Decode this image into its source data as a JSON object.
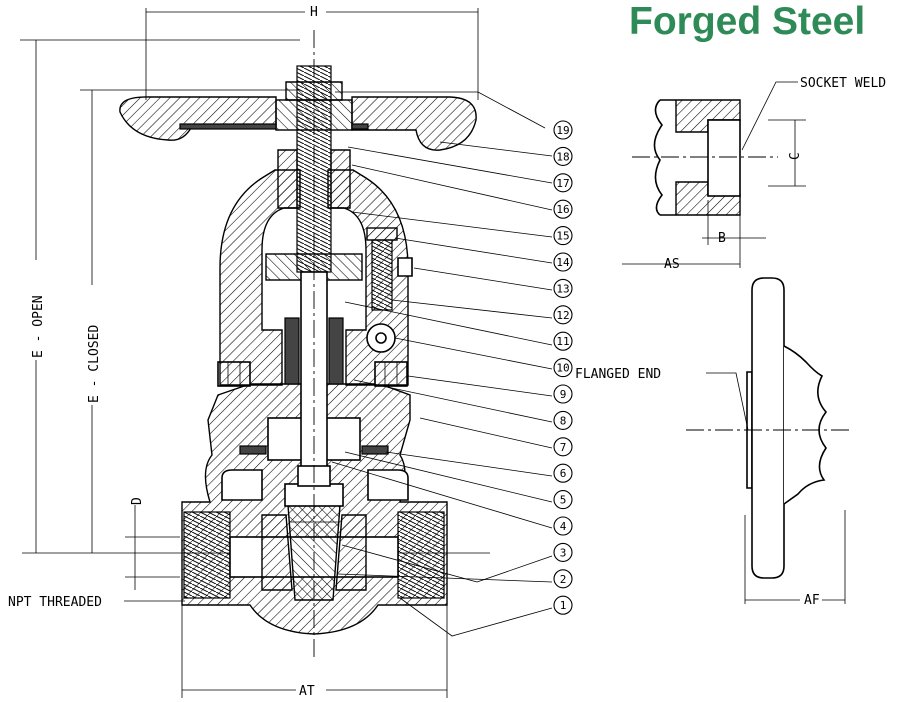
{
  "title": "Forged Steel",
  "dimensions": {
    "h": "H",
    "e_open": "E - OPEN",
    "e_closed": "E - CLOSED",
    "d": "D",
    "at": "AT",
    "as": "AS",
    "b": "B",
    "c": "C",
    "af": "AF"
  },
  "end_labels": {
    "npt_threaded": "NPT THREADED",
    "socket_weld": "SOCKET WELD",
    "flanged_end": "FLANGED END"
  },
  "part_numbers": [
    "19",
    "18",
    "17",
    "16",
    "15",
    "14",
    "13",
    "12",
    "11",
    "10",
    "9",
    "8",
    "7",
    "6",
    "5",
    "4",
    "3",
    "2",
    "1"
  ]
}
